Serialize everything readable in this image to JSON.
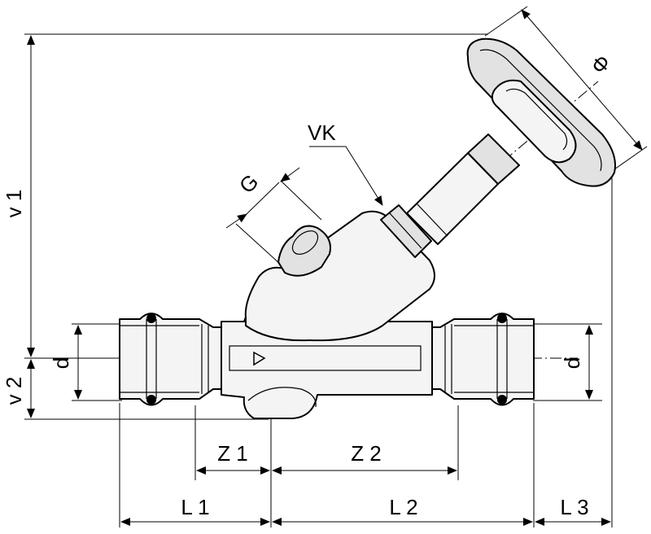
{
  "labels": {
    "v1": "v 1",
    "v2": "v 2",
    "d_left": "d",
    "d_right": "d",
    "g": "G",
    "vk": "VK",
    "phi": "Φ",
    "z1": "Z 1",
    "z2": "Z 2",
    "l1": "L 1",
    "l2": "L 2",
    "l3": "L 3"
  }
}
